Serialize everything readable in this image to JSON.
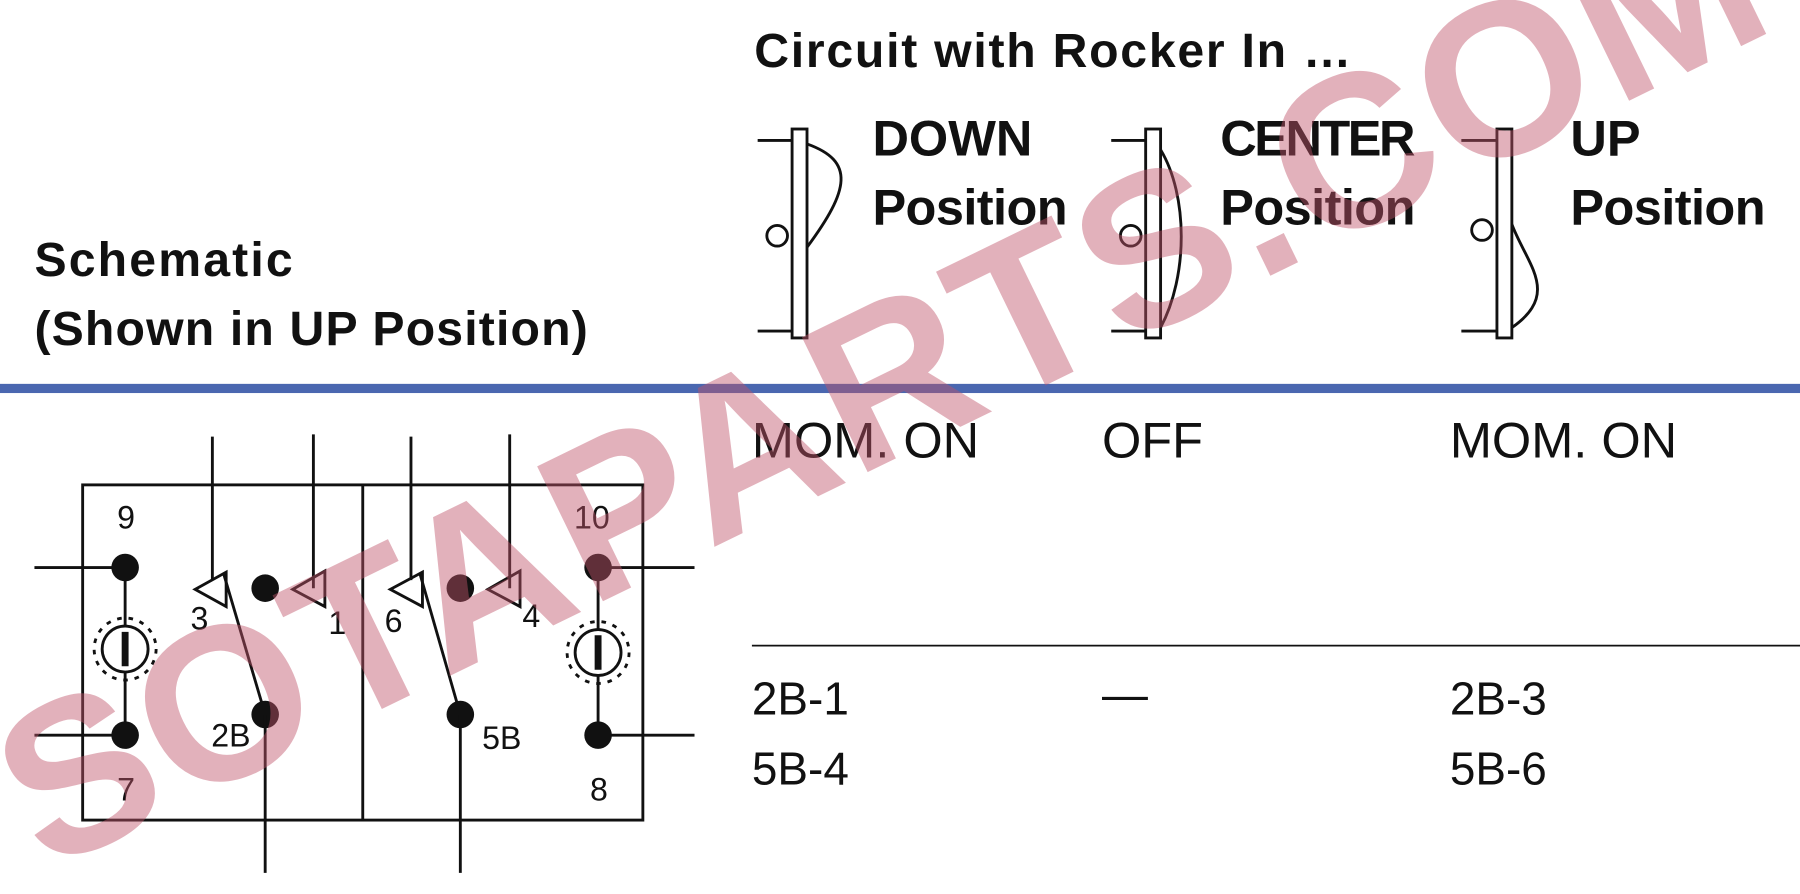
{
  "header": {
    "title": "Circuit with Rocker In …",
    "schematic_title": "Schematic",
    "schematic_subtitle": "(Shown in UP Position)"
  },
  "positions": [
    {
      "name": "DOWN",
      "suffix": "Position",
      "state": "MOM. ON",
      "connections": [
        "2B-1",
        "5B-4"
      ]
    },
    {
      "name": "CENTER",
      "suffix": "Position",
      "state": "OFF",
      "connections": [
        "—"
      ]
    },
    {
      "name": "UP",
      "suffix": "Position",
      "state": "MOM. ON",
      "connections": [
        "2B-3",
        "5B-6"
      ]
    }
  ],
  "schematic": {
    "terminals": [
      "9",
      "3",
      "1",
      "2B",
      "7",
      "6",
      "4",
      "5B",
      "10",
      "8"
    ]
  },
  "watermark": "SOTAPARTS.COM",
  "colors": {
    "rule": "#4a67b0",
    "watermark_red": "#d9828a",
    "watermark_gray": "#9a9a9a"
  }
}
